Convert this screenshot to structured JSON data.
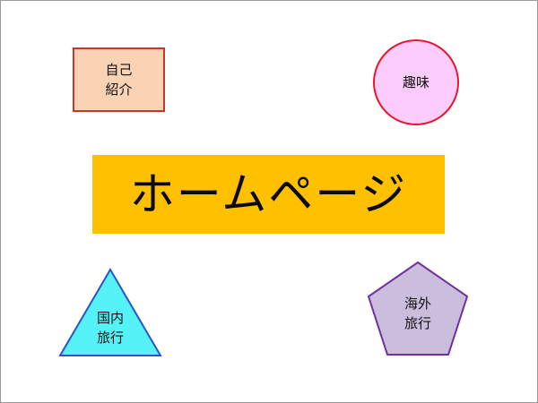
{
  "title": "ホームページ",
  "shapes": {
    "self_intro": {
      "label": "自己\n紹介",
      "fill": "#fad3b4",
      "stroke": "#c0392b"
    },
    "hobby": {
      "label": "趣味",
      "fill": "#fccdfc",
      "stroke": "#e8162c"
    },
    "domestic_travel": {
      "label": "国内\n旅行",
      "fill": "#55f3f7",
      "stroke": "#2a55c8"
    },
    "overseas_travel": {
      "label": "海外\n旅行",
      "fill": "#cbbedd",
      "stroke": "#7030a0"
    }
  },
  "colors": {
    "title_background": "#ffc000",
    "frame_border": "#9a9a9a"
  }
}
